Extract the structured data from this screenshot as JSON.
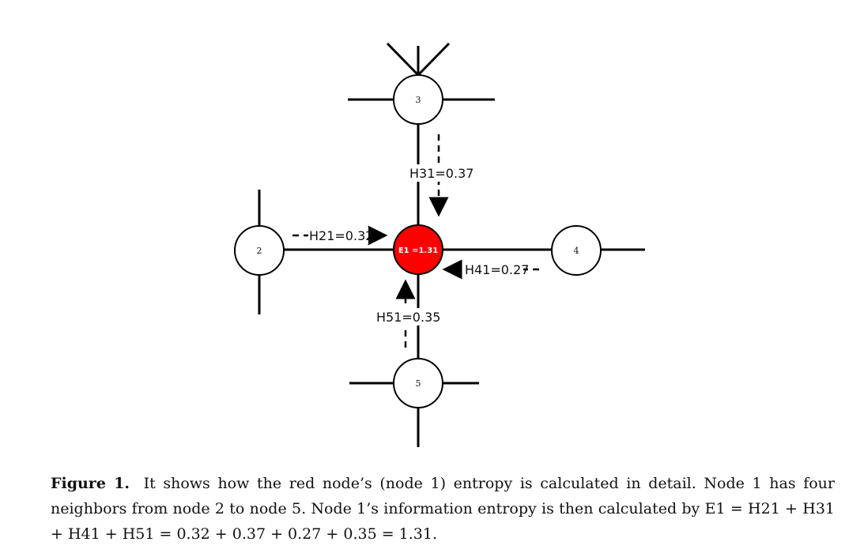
{
  "nodes": {
    "n3": {
      "label": "3"
    },
    "n2": {
      "label": "2"
    },
    "n4": {
      "label": "4"
    },
    "n5": {
      "label": "5"
    },
    "center": {
      "label": "E1 =1.31",
      "fill": "#ff0000"
    }
  },
  "edges": {
    "h31": "H31=0.37",
    "h21": "H21=0.32",
    "h41": "H41=0.27",
    "h51": "H51=0.35"
  },
  "caption": {
    "label": "Figure 1.",
    "text": "It shows how the red node’s (node 1) entropy is calculated in detail. Node 1 has four neighbors from node 2 to node 5. Node 1’s information entropy is then calculated by",
    "equation": "E1 = H21 + H31 + H41 + H51 = 0.32 + 0.37 + 0.27 + 0.35 = 1.31."
  }
}
